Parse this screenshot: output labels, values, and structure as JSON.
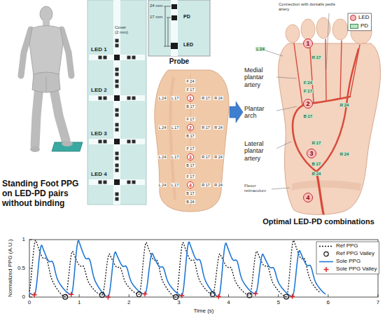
{
  "diagram": {
    "nodes": [
      {
        "text": [
          "1"
        ]
      },
      {
        "text": [
          "2"
        ]
      },
      {
        "text": [
          "3"
        ]
      },
      {
        "text": [
          "4"
        ]
      },
      {
        "text": [
          "1"
        ]
      },
      {
        "text": [
          "2"
        ]
      },
      {
        "text": [
          "3"
        ]
      },
      {
        "text": [
          "4"
        ]
      }
    ],
    "labels": [
      "Standing Foot PPG on LED-PD pairs without binding",
      "Cover (2 mm)",
      "LED 1",
      "LED 2",
      "LED 3",
      "LED 4",
      "24 mm",
      "17 mm",
      "PD",
      "LED",
      "Probe",
      "F 24",
      "F 17",
      "L 24",
      "L 17",
      "R 17",
      "R 24",
      "B 17",
      "F 17",
      "L 24",
      "L 17",
      "R 17",
      "R 24",
      "B 17",
      "F 17",
      "L 24",
      "L 17",
      "R 17",
      "R 24",
      "B 17",
      "F 17",
      "L 24",
      "L 17",
      "R 17",
      "R 24",
      "B 17",
      "B 24",
      "Connection with dorsalis pedis artery",
      "L 24",
      "R 17",
      "Medial plantar artery",
      "F 24",
      "F 17",
      "Plantar arch",
      "R 24",
      "B 17",
      "R 17",
      "Lateral plantar artery",
      "R 24",
      "B 17",
      "R 24",
      "Flexor retinaculum",
      "Optimal LED-PD combinations",
      "1",
      "0.5",
      "0",
      "Normalized PPG (A.U.)",
      "0",
      "1",
      "2",
      "3",
      "4",
      "5",
      "6",
      "7",
      "Time (s)"
    ],
    "legend": [
      {
        "text": "LED",
        "color": "#f6b8b8"
      },
      {
        "text": "PD",
        "color": "#b9e4c4"
      },
      {
        "text": "Ref PPG"
      },
      {
        "text": "Ref PPG Valley"
      },
      {
        "text": "Sole PPG"
      },
      {
        "text": "Sole PPG Valley"
      }
    ]
  }
}
